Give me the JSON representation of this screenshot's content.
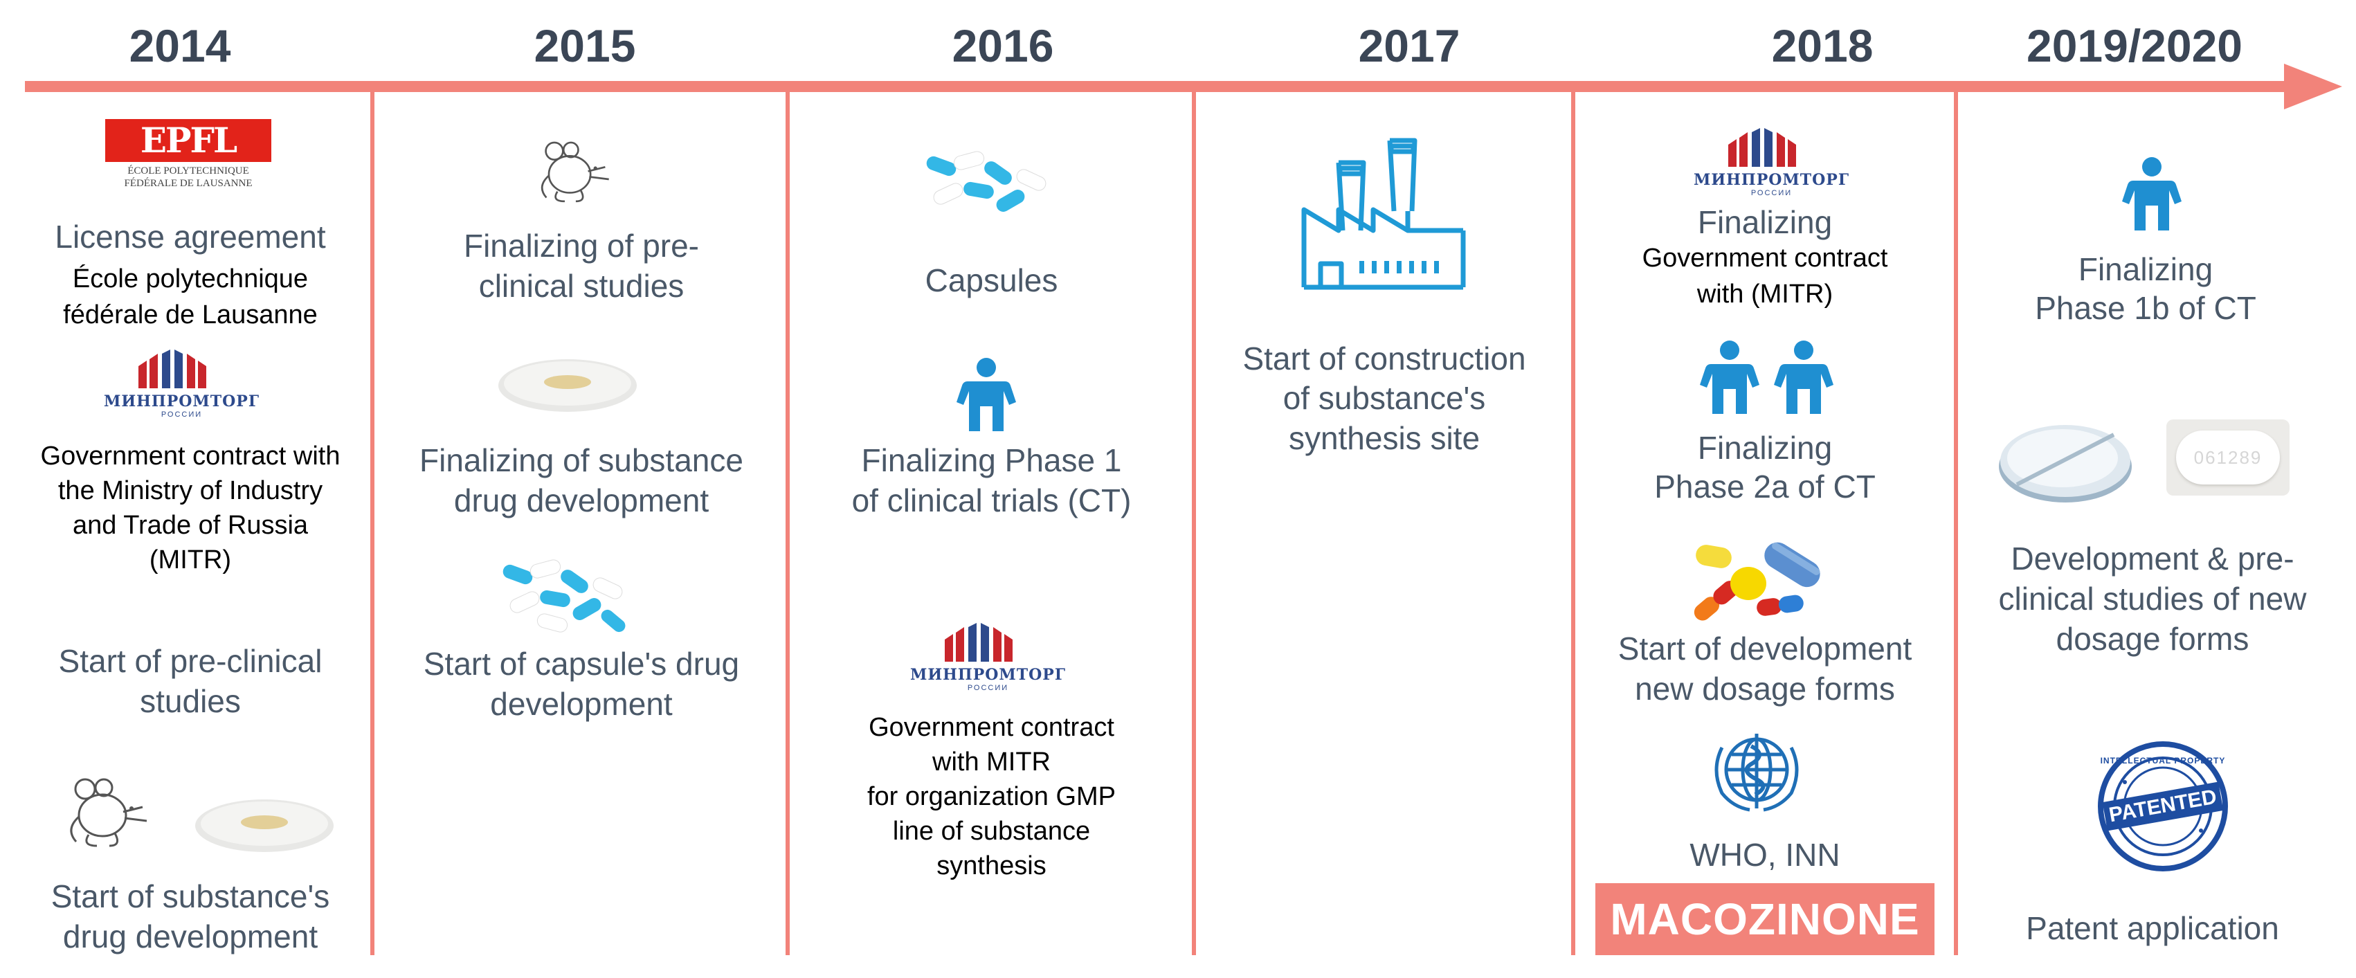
{
  "years": [
    "2014",
    "2015",
    "2016",
    "2017",
    "2018",
    "2019/2020"
  ],
  "col2014": {
    "epfl_logo_text": "EPFL",
    "epfl_logo_sub1": "ÉCOLE POLYTECHNIQUE",
    "epfl_logo_sub2": "FÉDÉRALE DE LAUSANNE",
    "license_title": "License agreement",
    "license_line1": "École polytechnique",
    "license_line2": "fédérale de Lausanne",
    "minprom_text": "МИНПРОМТОРГ",
    "minprom_sub": "РОССИИ",
    "gov_line1": "Government contract with",
    "gov_line2": "the Ministry of Industry",
    "gov_line3": "and Trade of Russia",
    "gov_line4": "(MITR)",
    "preclin_line1": "Start of pre-clinical",
    "preclin_line2": "studies",
    "subst_line1": "Start of substance's",
    "subst_line2": "drug development"
  },
  "col2015": {
    "fin_pre_line1": "Finalizing of pre-",
    "fin_pre_line2": "clinical studies",
    "fin_sub_line1": "Finalizing of substance",
    "fin_sub_line2": "drug development",
    "caps_line1": "Start of capsule's drug",
    "caps_line2": "development"
  },
  "col2016": {
    "capsules": "Capsules",
    "phase1_line1": "Finalizing Phase 1",
    "phase1_line2": "of clinical trials (CT)",
    "minprom_text": "МИНПРОМТОРГ",
    "minprom_sub": "РОССИИ",
    "gmp_line1": "Government contract",
    "gmp_line2": "with MITR",
    "gmp_line3": "for organization GMP",
    "gmp_line4": "line of substance",
    "gmp_line5": "synthesis"
  },
  "col2017": {
    "constr_line1": "Start of construction",
    "constr_line2": "of substance's",
    "constr_line3": "synthesis site"
  },
  "col2018": {
    "minprom_text": "МИНПРОМТОРГ",
    "minprom_sub": "РОССИИ",
    "fin_title": "Finalizing",
    "gov_line1": "Government contract",
    "gov_line2": "with (MITR)",
    "phase2_line1": "Finalizing",
    "phase2_line2": "Phase 2a of CT",
    "dosage_line1": "Start of development",
    "dosage_line2": "new dosage forms",
    "who": "WHO, INN",
    "badge": "MACOZINONE"
  },
  "col2019": {
    "phase1b_line1": "Finalizing",
    "phase1b_line2": "Phase 1b of CT",
    "tablet_code": "061289",
    "dev_line1": "Development & pre-",
    "dev_line2": "clinical studies of new",
    "dev_line3": "dosage forms",
    "stamp_text": "PATENTED",
    "stamp_ring": "INTELLECTUAL PROPERTY",
    "patent": "Patent application"
  },
  "colors": {
    "accent": "#f2837a",
    "text_gray": "#4a5868",
    "year": "#3b4656",
    "icon_blue": "#1f8fd1",
    "pill_cyan": "#33b7e6"
  }
}
